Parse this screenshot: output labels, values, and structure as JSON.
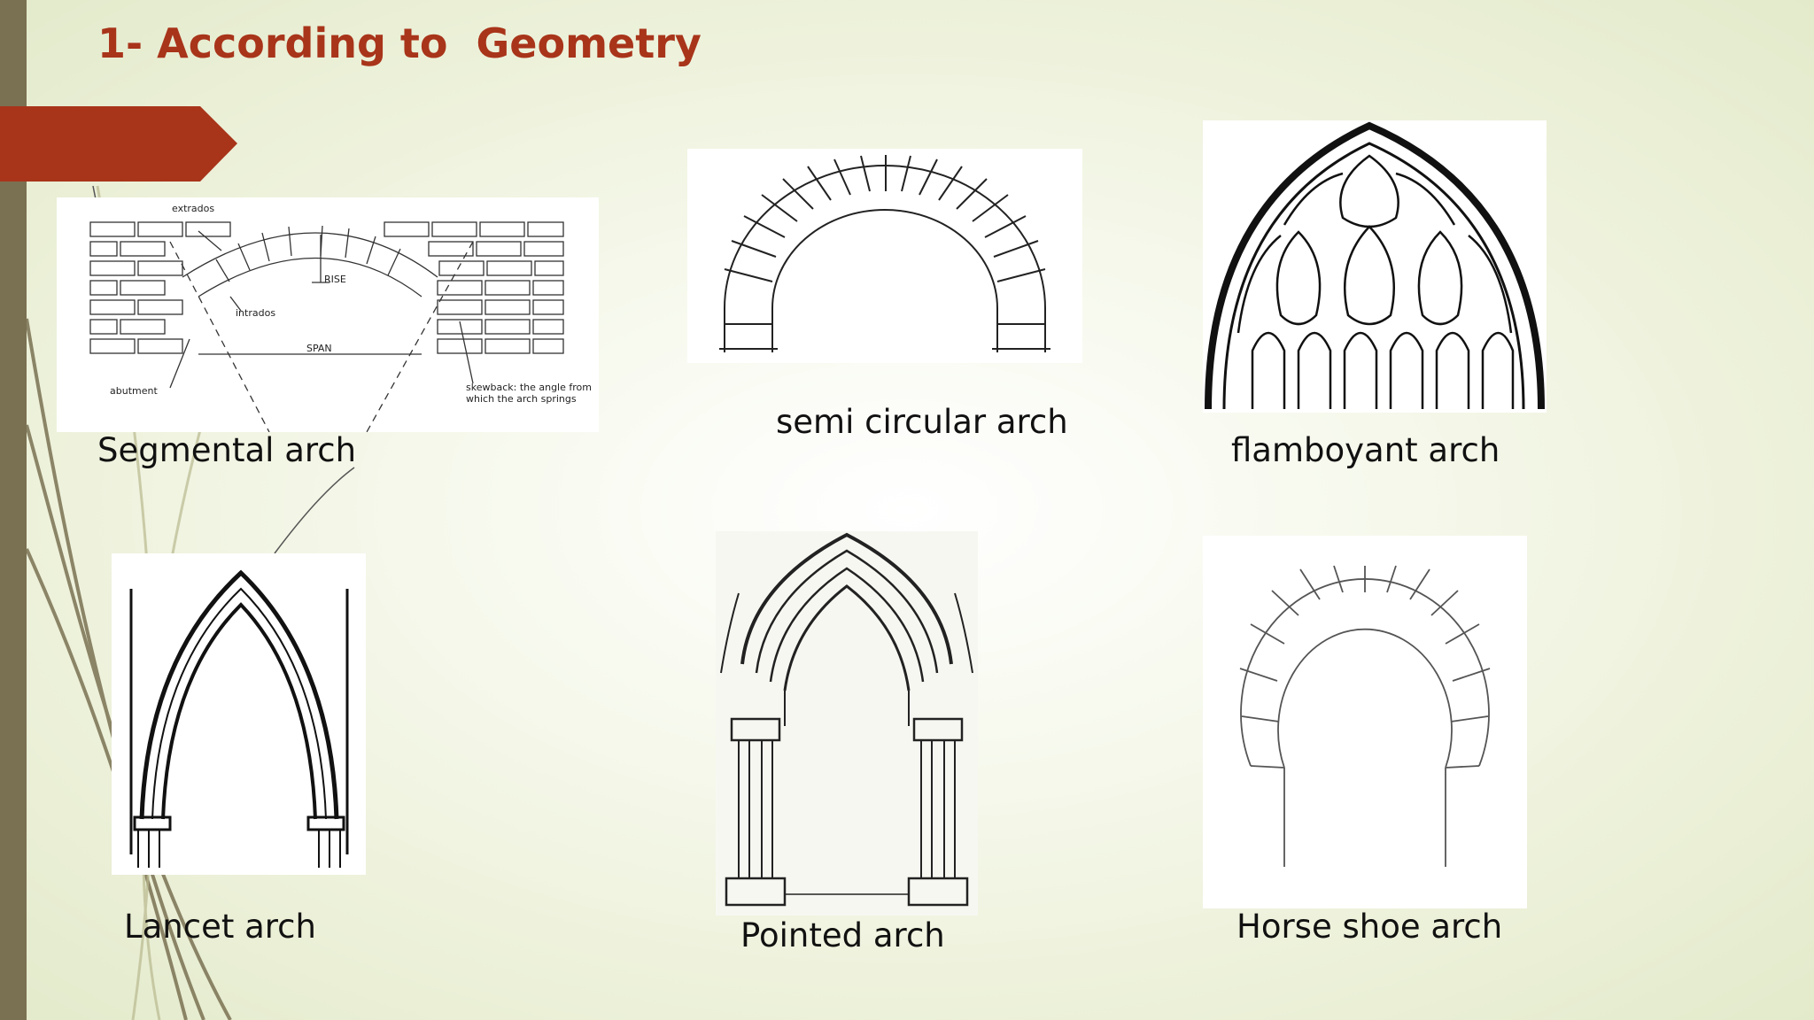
{
  "slide": {
    "title": "1- According to  Geometry",
    "accent_color": "#a8341a",
    "strip_color": "#7a7152"
  },
  "figures": {
    "segmental": {
      "caption": "Segmental arch",
      "labels": {
        "extrados": "extrados",
        "rise": "RISE",
        "intrados": "intrados",
        "span": "SPAN",
        "abutment": "abutment",
        "skewback_1": "skewback: the angle from",
        "skewback_2": "which the arch springs"
      }
    },
    "semicircular": {
      "caption": "semi circular arch"
    },
    "flamboyant": {
      "caption": "flamboyant arch"
    },
    "lancet": {
      "caption": "Lancet arch"
    },
    "pointed": {
      "caption": "Pointed arch"
    },
    "horseshoe": {
      "caption": "Horse shoe arch"
    }
  }
}
